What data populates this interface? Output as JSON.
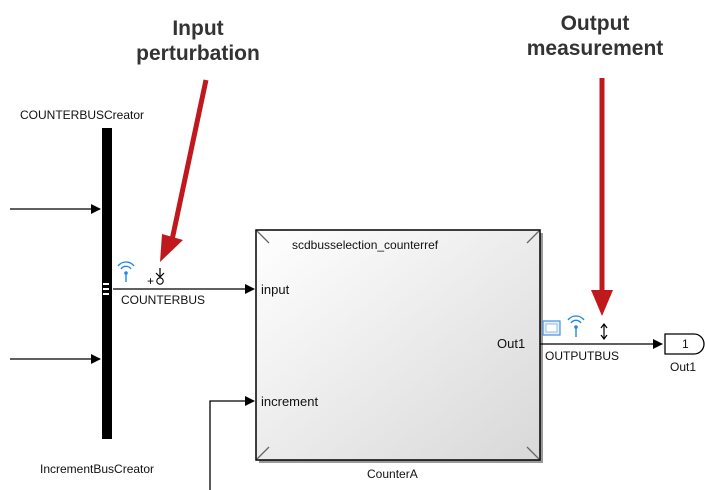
{
  "annotations": {
    "input": "Input\nperturbation",
    "output": "Output\nmeasurement"
  },
  "bus_creator_top": {
    "label": "COUNTERBUSCreator"
  },
  "bus_creator_bottom": {
    "label": "IncrementBusCreator"
  },
  "subsystem": {
    "title": "scdbusselection_counterref",
    "name": "CounterA",
    "ports": {
      "input": "input",
      "increment": "increment",
      "out": "Out1"
    }
  },
  "signals": {
    "counterbus": "COUNTERBUS",
    "outputbus": "OUTPUTBUS"
  },
  "outport": {
    "number": "1",
    "label": "Out1"
  },
  "colors": {
    "arrow": "#c0191d",
    "wire": "#000000",
    "signal_icon": "#1e88e5"
  }
}
